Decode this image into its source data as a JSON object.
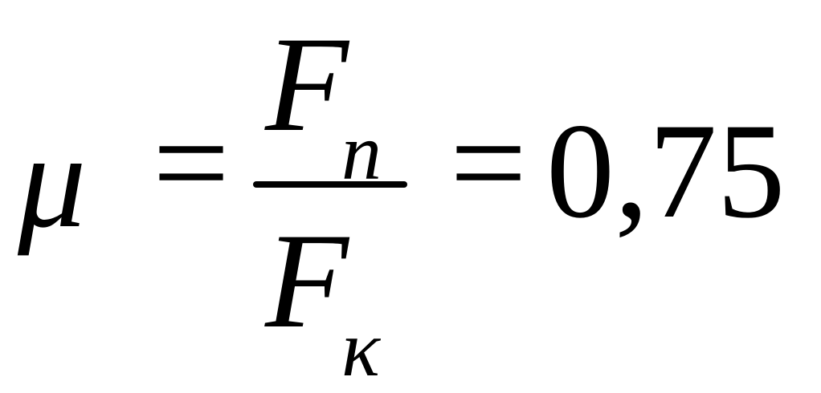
{
  "formula": {
    "lhs": "μ",
    "equals": "=",
    "numerator_symbol": "F",
    "numerator_subscript": "n",
    "denominator_symbol": "F",
    "denominator_subscript": "κ",
    "equals2": "=",
    "value": "0,75"
  }
}
